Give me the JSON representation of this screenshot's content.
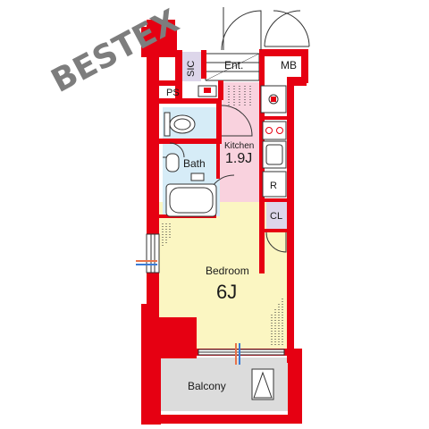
{
  "watermark": "BESTEX",
  "rooms": {
    "sic": "SIC",
    "entrance": "Ent.",
    "mb": "MB",
    "ps": "PS",
    "kitchen": "Kitchen",
    "kitchen_size": "1.9J",
    "bath": "Bath",
    "refrigerator": "R",
    "closet": "CL",
    "bedroom": "Bedroom",
    "bedroom_size": "6J",
    "balcony": "Balcony"
  },
  "colors": {
    "wall": "#e60012",
    "bedroom": "#fbf6c2",
    "kitchen": "#f9d2de",
    "bath": "#d6ecf7",
    "closet": "#ddd6ea",
    "balcony": "#dcdcdc",
    "watermark": "#7d7d7d"
  }
}
